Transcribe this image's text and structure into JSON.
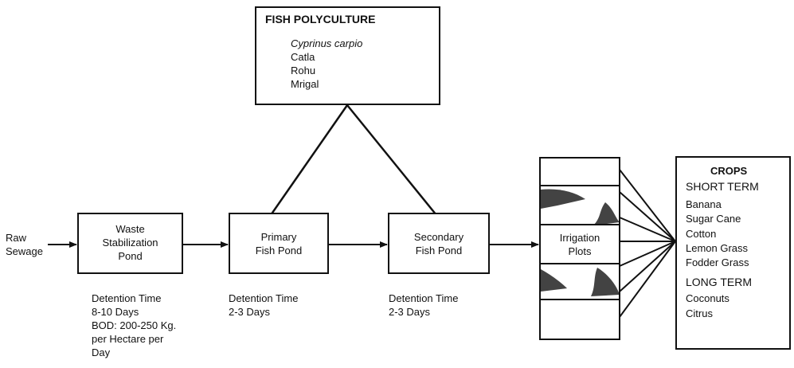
{
  "fish_polyculture": {
    "title": "FISH POLYCULTURE",
    "species": [
      "Cyprinus carpio",
      "Catla",
      "Rohu",
      "Mrigal"
    ]
  },
  "input_label": [
    "Raw",
    "Sewage"
  ],
  "nodes": {
    "waste_pond": [
      "Waste",
      "Stabilization",
      "Pond"
    ],
    "primary_pond": [
      "Primary",
      "Fish Pond"
    ],
    "secondary_pond": [
      "Secondary",
      "Fish Pond"
    ],
    "irrigation": [
      "Irrigation",
      "Plots"
    ]
  },
  "notes": {
    "waste_pond": [
      "Detention Time",
      "8-10 Days",
      "BOD: 200-250 Kg.",
      "per Hectare per",
      "Day"
    ],
    "primary_pond": [
      "Detention Time",
      "2-3 Days"
    ],
    "secondary_pond": [
      "Detention Time",
      "2-3 Days"
    ]
  },
  "crops": {
    "title": "CROPS",
    "short_term_heading": "SHORT TERM",
    "short_term": [
      "Banana",
      "Sugar Cane",
      "Cotton",
      "Lemon Grass",
      "Fodder Grass"
    ],
    "long_term_heading": "LONG TERM",
    "long_term": [
      "Coconuts",
      "Citrus"
    ]
  }
}
